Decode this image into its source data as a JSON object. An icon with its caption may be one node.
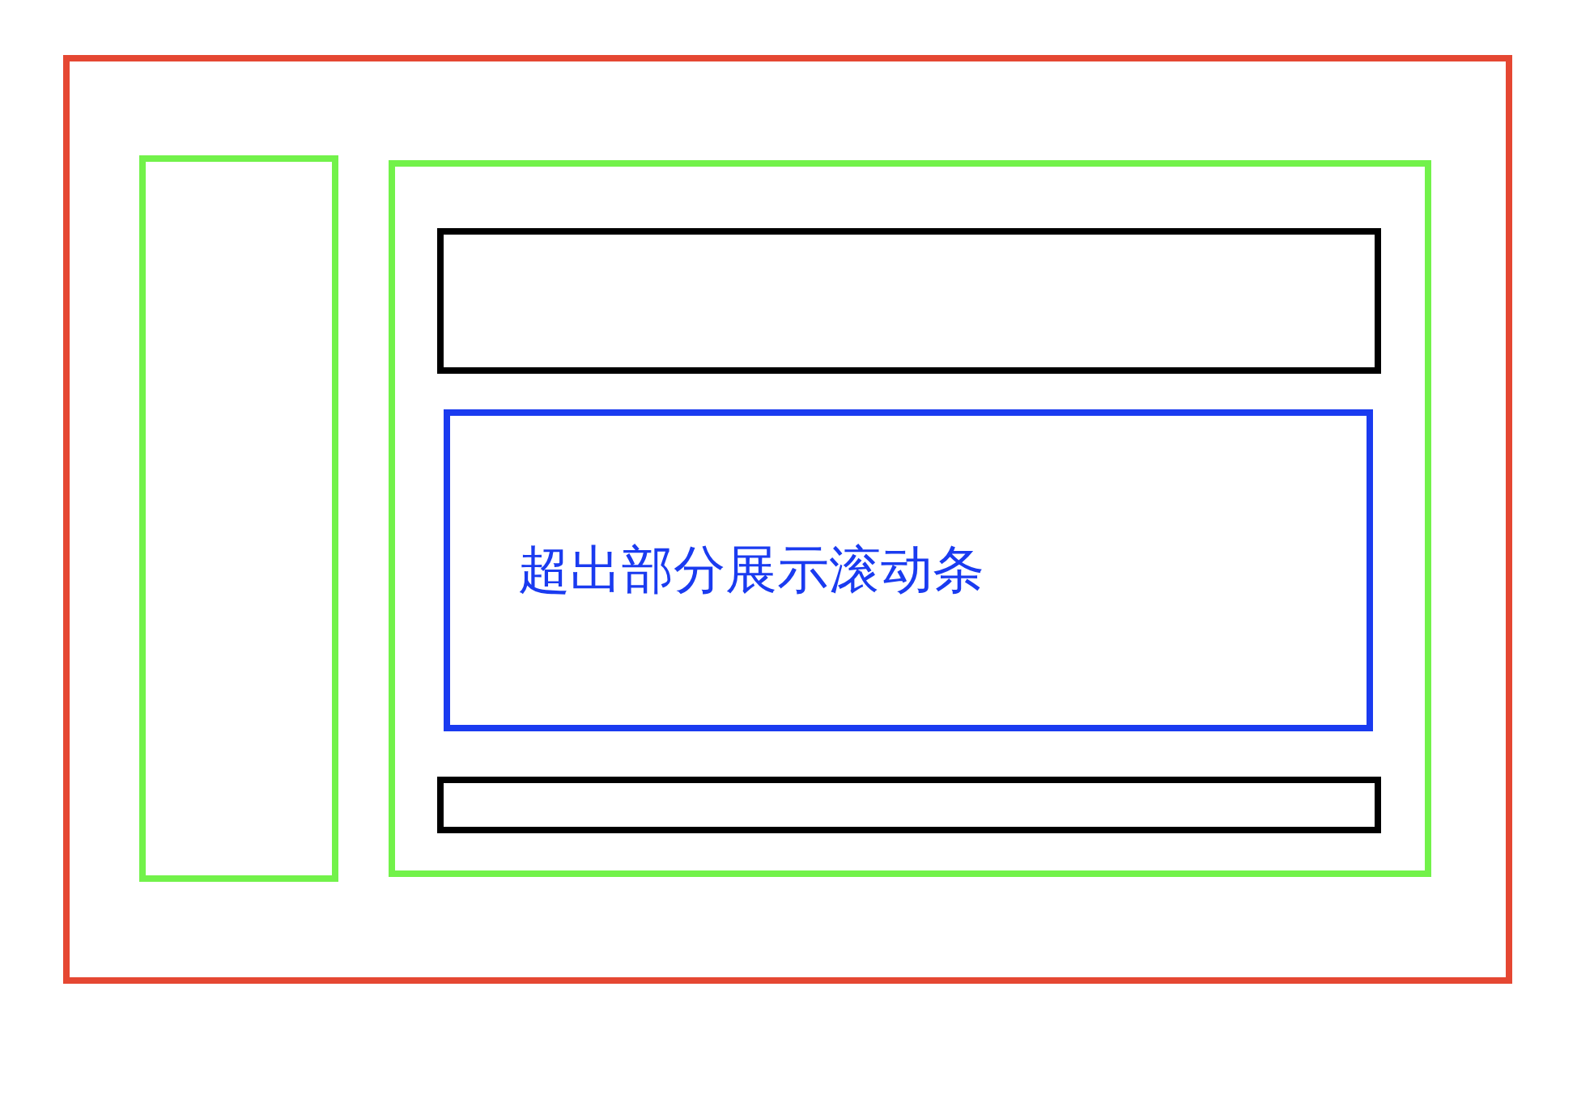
{
  "diagram": {
    "nodes": [
      {
        "text": [],
        "shape": "box"
      },
      {
        "text": [],
        "shape": "box",
        "in": 0
      },
      {
        "text": [],
        "shape": "box",
        "in": 0
      },
      {
        "text": [],
        "shape": "box",
        "in": 2
      },
      {
        "text": [
          "超出部分展示滚动条"
        ],
        "in": 2
      },
      {
        "text": [],
        "shape": "box",
        "in": 2
      }
    ]
  }
}
